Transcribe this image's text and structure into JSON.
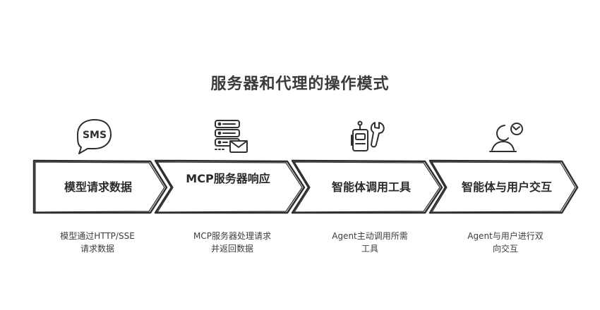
{
  "title": "服务器和代理的操作模式",
  "steps": [
    {
      "label": "模型请求数据",
      "icon": "sms-chat-bubble-icon",
      "icon_text": "SMS",
      "description": [
        "模型通过HTTP/SSE",
        "请求数据"
      ]
    },
    {
      "label": "MCP服务器响应",
      "icon": "server-with-mail-icon",
      "description": [
        "MCP服务器处理请求",
        "并返回数据"
      ]
    },
    {
      "label": "智能体调用工具",
      "icon": "robot-with-wrench-icon",
      "description": [
        "Agent主动调用所需",
        "工具"
      ]
    },
    {
      "label": "智能体与用户交互",
      "icon": "user-refresh-icon",
      "description": [
        "Agent与用户进行双",
        "向交互"
      ]
    }
  ],
  "colors": {
    "stroke": "#2f2f2f",
    "text": "#2b2b2b",
    "background": "#ffffff"
  }
}
